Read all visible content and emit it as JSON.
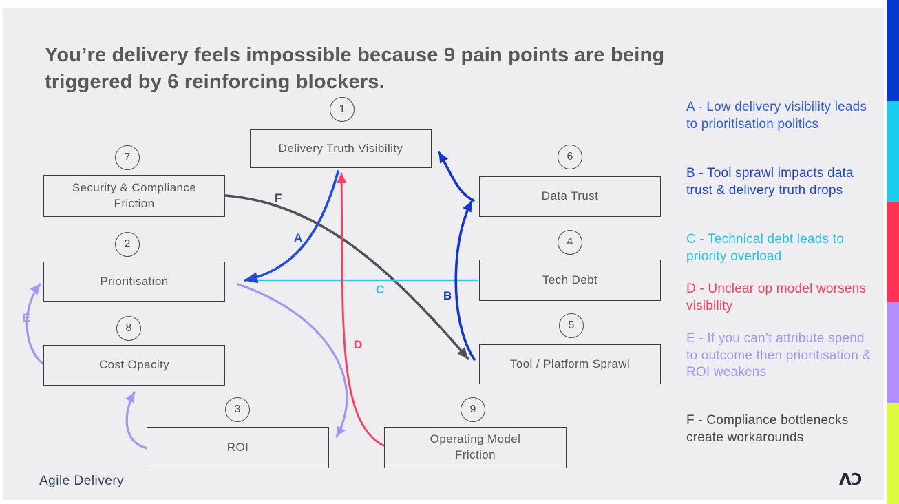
{
  "title": {
    "line1": "You’re delivery feels impossible because 9 pain points are being",
    "line2": "triggered by 6 reinforcing blockers."
  },
  "nodes": [
    {
      "num": "1",
      "label": "Delivery Truth Visibility"
    },
    {
      "num": "2",
      "label": "Prioritisation"
    },
    {
      "num": "3",
      "label": "ROI"
    },
    {
      "num": "4",
      "label": "Tech Debt"
    },
    {
      "num": "5",
      "label": "Tool / Platform Sprawl"
    },
    {
      "num": "6",
      "label": "Data Trust"
    },
    {
      "num": "7",
      "label": "Security & Compliance Friction"
    },
    {
      "num": "8",
      "label": "Cost Opacity"
    },
    {
      "num": "9",
      "label": "Operating Model Friction"
    }
  ],
  "edges": {
    "A": {
      "label": "A",
      "from": "1",
      "to": "2",
      "color": "#1f4ce0"
    },
    "B": {
      "label": "B",
      "from": "5",
      "to": "6",
      "also_to": "1",
      "color": "#1236cd"
    },
    "C": {
      "label": "C",
      "from": "4",
      "to": "2",
      "color": "#22c7f2"
    },
    "D": {
      "label": "D",
      "from": "9",
      "to": "1",
      "color": "#fb3c5b"
    },
    "E": {
      "label": "E",
      "from": "8",
      "to": "2",
      "loop": [
        "2",
        "3",
        "8"
      ],
      "color": "#a795f4"
    },
    "F": {
      "label": "F",
      "from": "7",
      "to": "5",
      "color": "#515158"
    }
  },
  "legend": [
    {
      "key": "A",
      "text": "A - Low delivery visibility leads to prioritisation politics",
      "color": "#2b5ce5"
    },
    {
      "key": "B",
      "text": "B - Tool sprawl impacts data trust & delivery truth drops",
      "color": "#1d43da"
    },
    {
      "key": "C",
      "text": "C - Technical debt leads to priority overload",
      "color": "#1ec4ee"
    },
    {
      "key": "D",
      "text": "D - Unclear op model worsens visibility",
      "color": "#fb3c5b"
    },
    {
      "key": "E",
      "text": "E - If you can’t attribute spend to outcome then prioritisation & ROI weakens",
      "color": "#a891f8"
    },
    {
      "key": "F",
      "text": "F - Compliance bottlenecks create workarounds",
      "color": "#46464a"
    }
  ],
  "footer": {
    "brand": "Agile Delivery",
    "logo": "ΛƆ"
  },
  "colors": {
    "background": "#eeeef0",
    "box_border": "#3d3d3d",
    "text": "#55565a",
    "sidebar_stripes": [
      "#0638cd",
      "#18cdee",
      "#ff3253",
      "#b18fff",
      "#dcf93e"
    ]
  }
}
